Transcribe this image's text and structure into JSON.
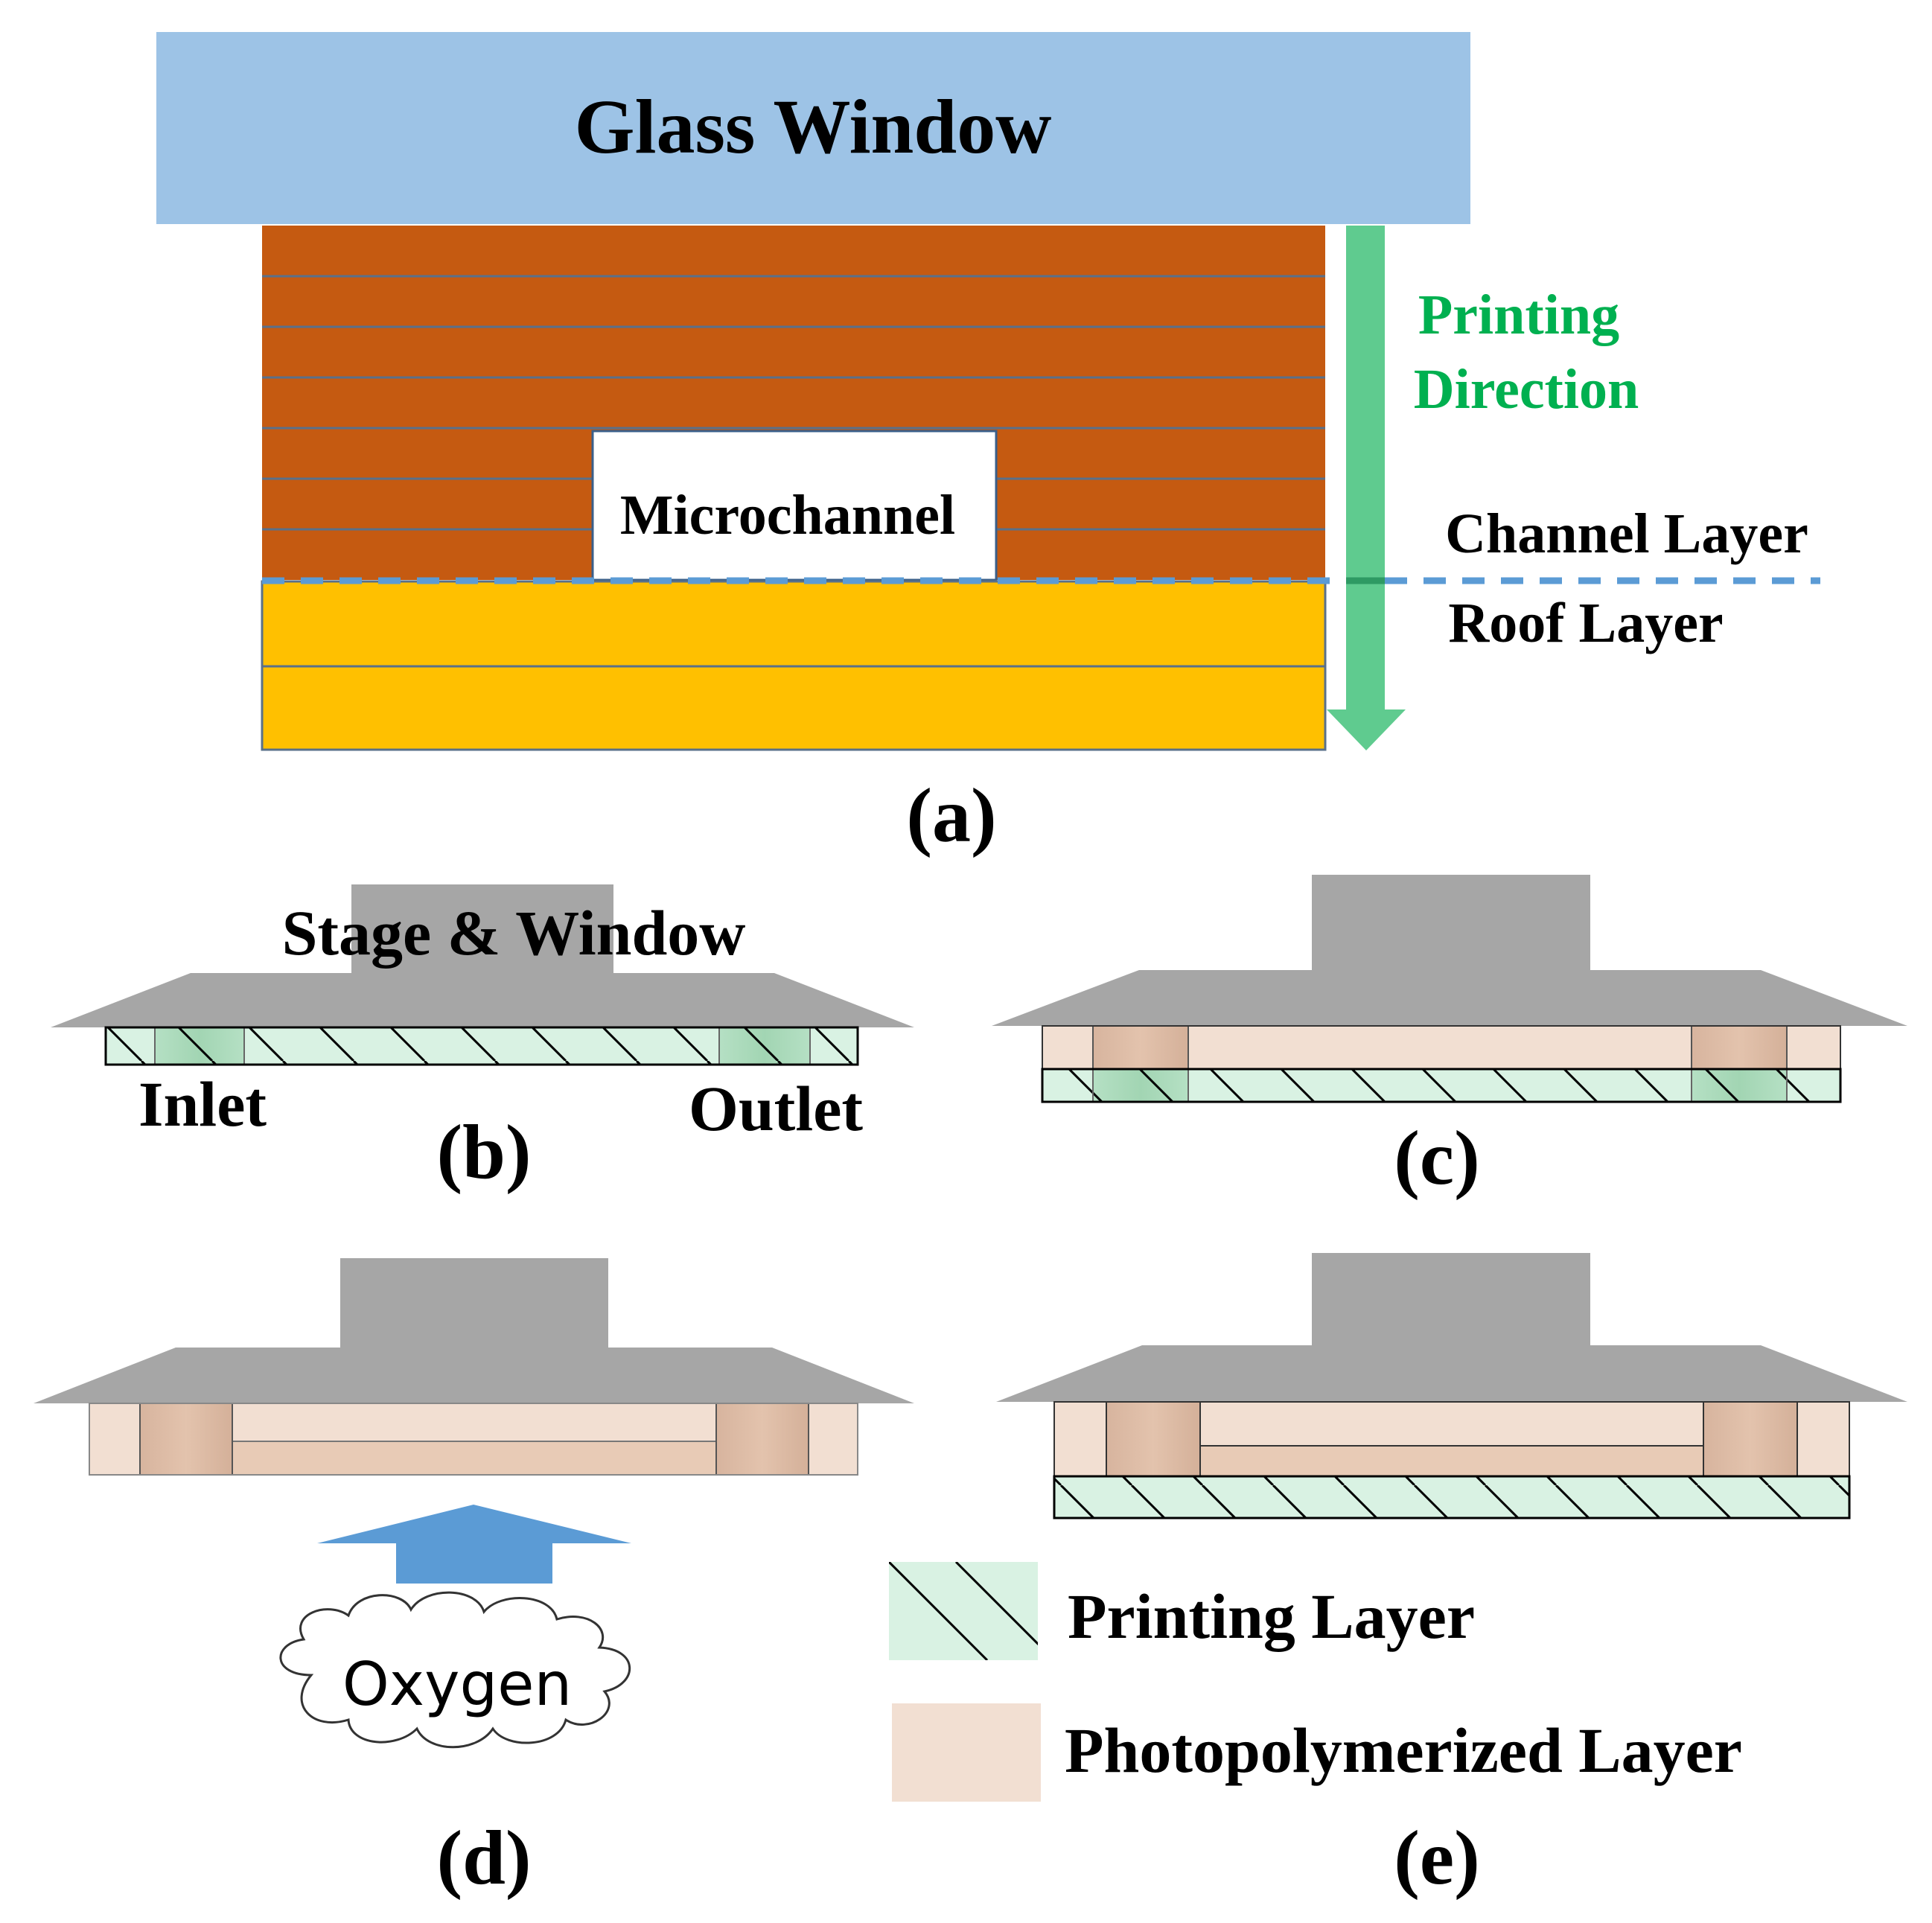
{
  "panel_a": {
    "glass_window": "Glass Window",
    "microchannel": "Microchannel",
    "printing_direction_line1": "Printing",
    "printing_direction_line2": "Direction",
    "channel_layer": "Channel Layer",
    "roof_layer": "Roof Layer",
    "caption": "(a)"
  },
  "panel_b": {
    "stage_window": "Stage & Window",
    "inlet": "Inlet",
    "outlet": "Outlet",
    "caption": "(b)"
  },
  "panel_c": {
    "caption": "(c)"
  },
  "panel_d": {
    "oxygen": "Oxygen",
    "caption": "(d)"
  },
  "panel_e": {
    "caption": "(e)"
  },
  "legend": {
    "printing_layer": "Printing Layer",
    "photopolymerized_layer": "Photopolymerized Layer"
  },
  "colors": {
    "glass": "#9dc3e6",
    "channel_layers": "#c55a11",
    "roof_layers": "#ffc000",
    "arrow_green": "#5fcb8f",
    "direction_text": "#00b050",
    "dashed_line": "#5b9bd5",
    "stage_gray": "#a6a6a6",
    "printing_fill": "#d9f2e3",
    "photo_fill": "#f2dfd2",
    "oxygen_arrow": "#5b9bd5"
  }
}
